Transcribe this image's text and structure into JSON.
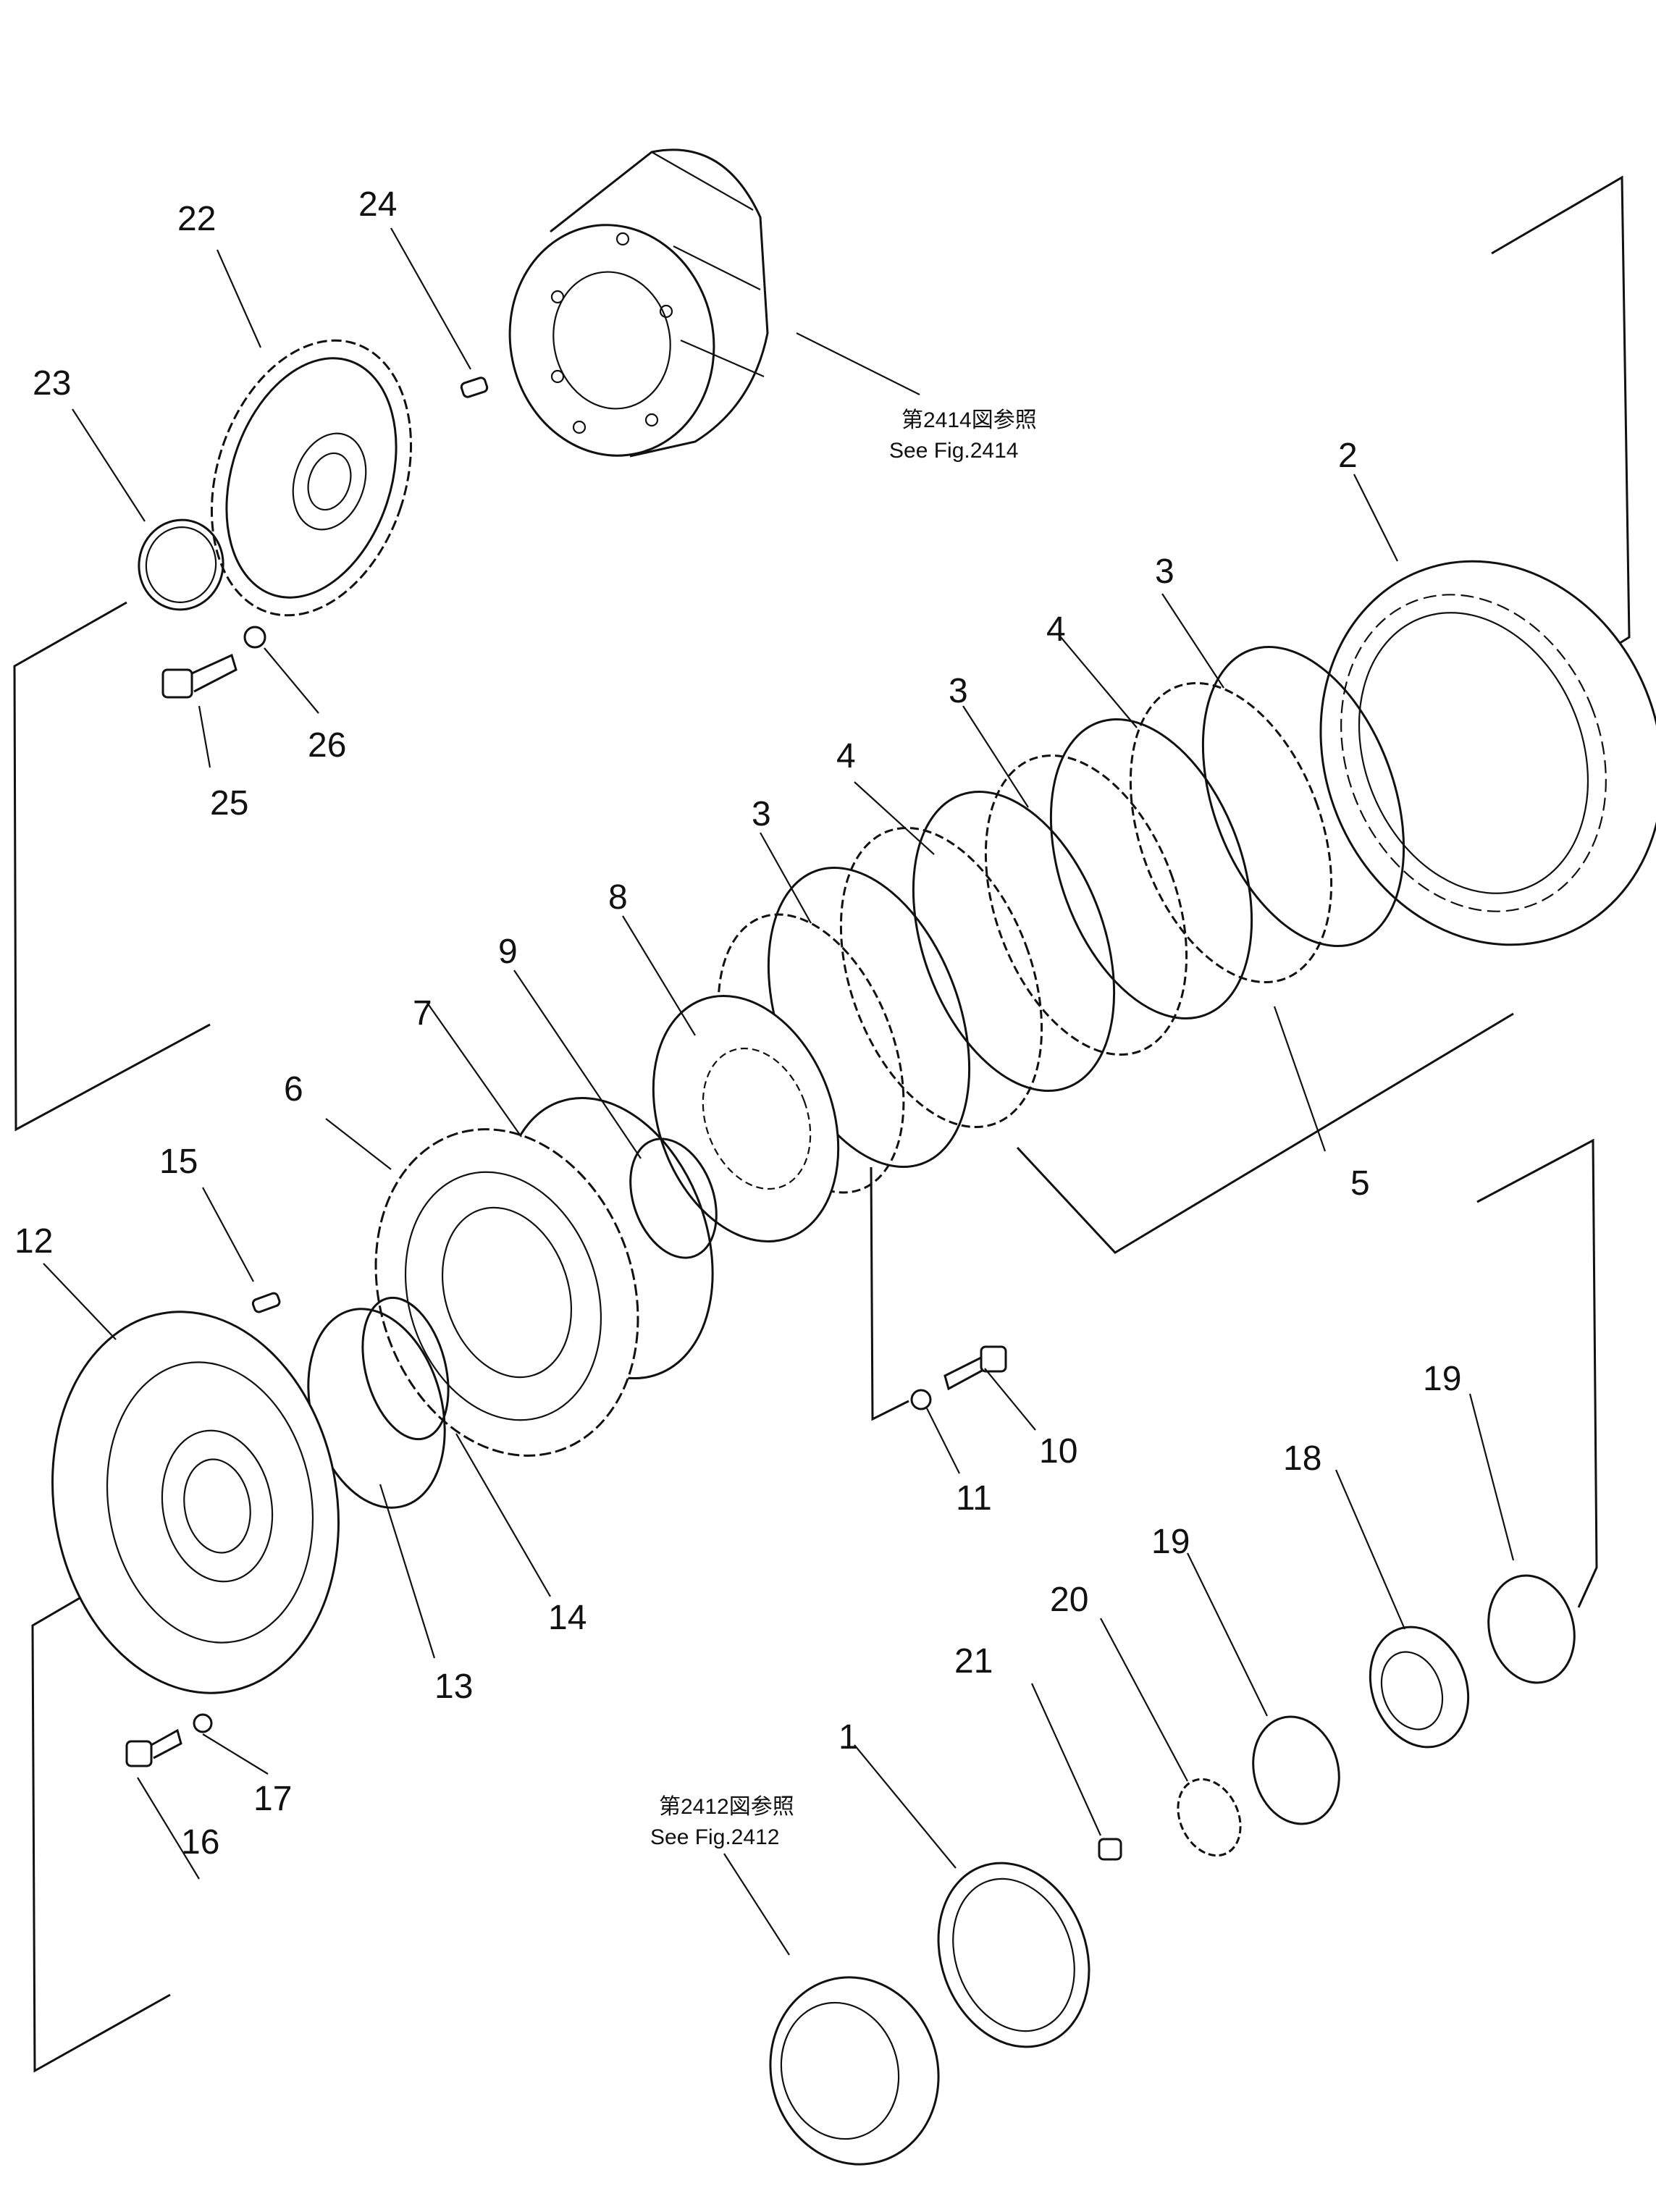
{
  "labels": {
    "p1": "1",
    "p2": "2",
    "p3a": "3",
    "p3b": "3",
    "p3c": "3",
    "p4a": "4",
    "p4b": "4",
    "p5": "5",
    "p6": "6",
    "p7": "7",
    "p8": "8",
    "p9": "9",
    "p10": "10",
    "p11": "11",
    "p12": "12",
    "p13": "13",
    "p14": "14",
    "p15": "15",
    "p16": "16",
    "p17": "17",
    "p18": "18",
    "p19a": "19",
    "p19b": "19",
    "p20": "20",
    "p21": "21",
    "p22": "22",
    "p23": "23",
    "p24": "24",
    "p25": "25",
    "p26": "26"
  },
  "references": {
    "fig2414_jp": "第2414図参照",
    "fig2414_en": "See Fig.2414",
    "fig2412_jp": "第2412図参照",
    "fig2412_en": "See Fig.2412"
  }
}
